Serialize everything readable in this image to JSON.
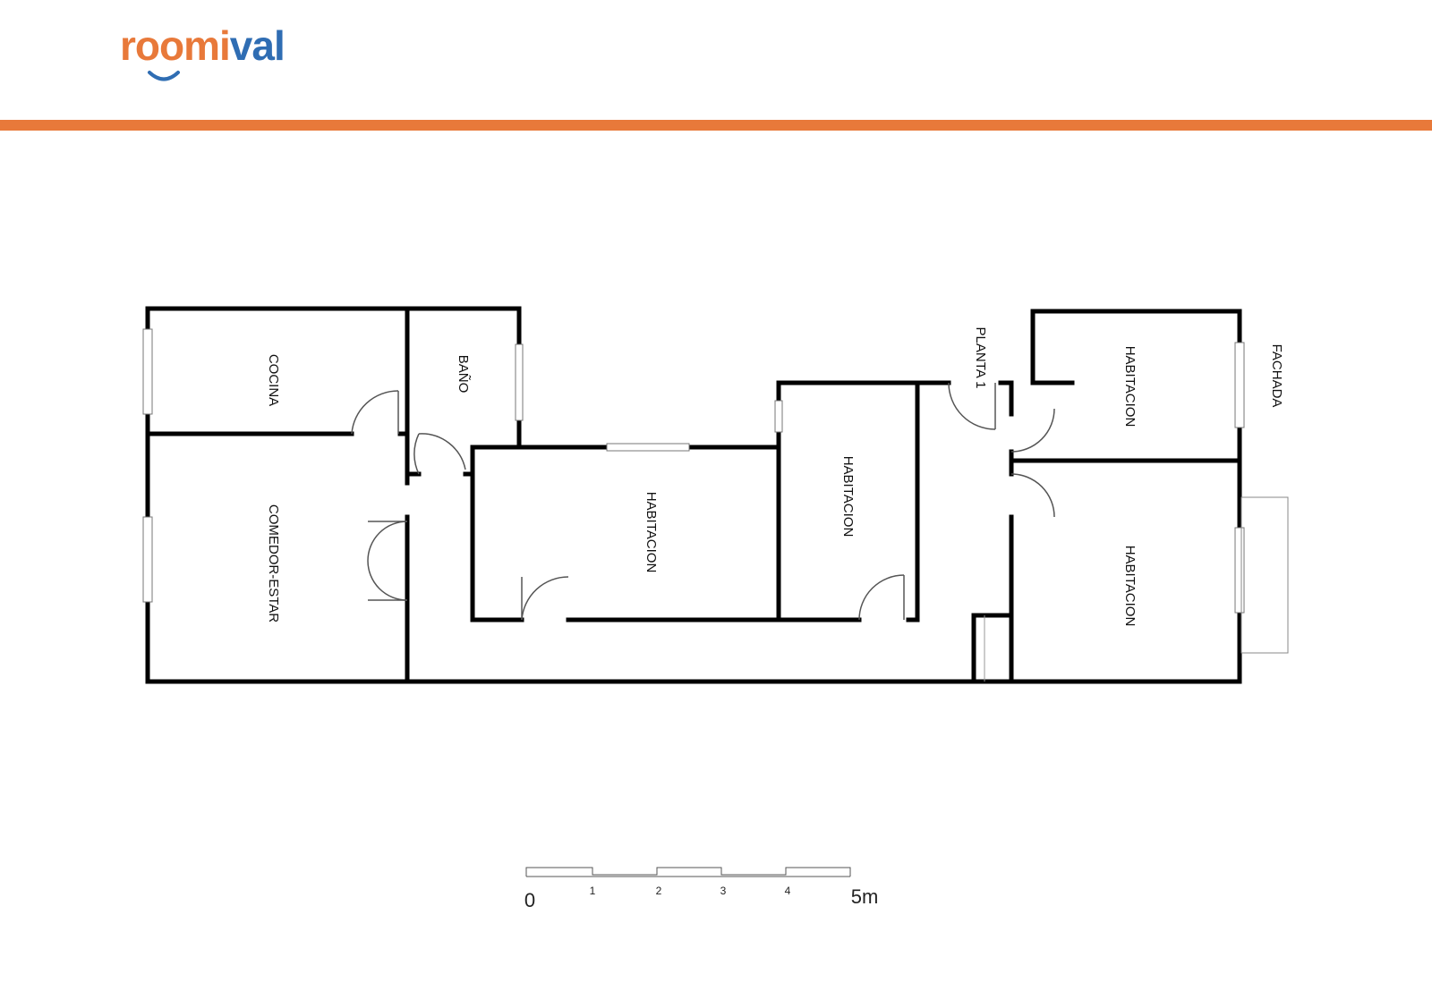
{
  "brand": {
    "logo_part1": "roomi",
    "logo_part2": "val",
    "primary_color": "#e8793a",
    "secondary_color": "#2f6db3"
  },
  "floorplan": {
    "rooms": {
      "cocina": "COCINA",
      "bano": "BAÑO",
      "comedor": "COMEDOR-ESTAR",
      "habitacion_center": "HABITACION",
      "habitacion_mid": "HABITACION",
      "habitacion_top_right": "HABITACION",
      "habitacion_bottom_right": "HABITACION"
    },
    "floor_label": "PLANTA 1",
    "facade_label": "FACHADA"
  },
  "scale_bar": {
    "labels": [
      "0",
      "1",
      "2",
      "3",
      "4",
      "5m"
    ]
  }
}
